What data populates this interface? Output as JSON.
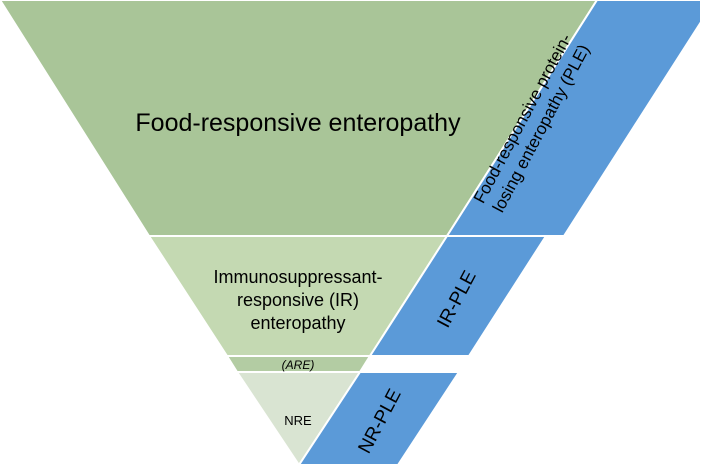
{
  "funnel": {
    "fre_label": "Food-responsive enteropathy",
    "ire_label_lines": [
      "Immunosuppressant-",
      "responsive (IR)",
      "enteropathy"
    ],
    "are_label": "(ARE)",
    "nre_label": "NRE"
  },
  "ple_bands": {
    "fr_ple_lines": [
      "Food-responsive protein-",
      "losing enteropathy (PLE)"
    ],
    "ir_ple_label": "IR-PLE",
    "nr_ple_label": "NR-PLE"
  },
  "colors": {
    "fre_fill": "#a9c598",
    "ire_fill": "#c4d9b2",
    "are_fill": "#b3cca3",
    "nre_fill": "#d9e4d2",
    "ple_fill": "#5b9ad8",
    "outline": "#ffffff"
  }
}
